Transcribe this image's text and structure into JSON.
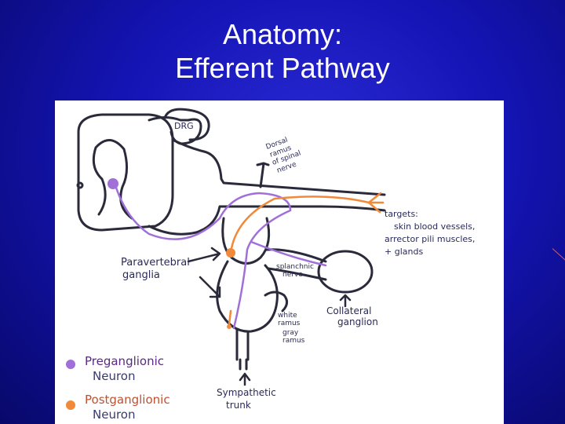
{
  "slide": {
    "title_line1": "Anatomy:",
    "title_line2": "Efferent Pathway"
  },
  "diagram": {
    "labels": {
      "drg": "DRG",
      "dorsal_ramus_1": "Dorsal",
      "dorsal_ramus_2": "ramus",
      "dorsal_ramus_3": "of spinal",
      "dorsal_ramus_4": "nerve",
      "targets_1": "targets:",
      "targets_2": "skin blood vessels,",
      "targets_3": "arrector pili muscles,",
      "targets_4": "+ glands",
      "paravertebral_1": "Paravertebral",
      "paravertebral_2": "ganglia",
      "splanchnic_1": "splanchnic",
      "splanchnic_2": "nerve",
      "white_ramus_1": "white",
      "white_ramus_2": "ramus",
      "gray_ramus_1": "gray",
      "gray_ramus_2": "ramus",
      "collateral_1": "Collateral",
      "collateral_2": "ganglion",
      "sympathetic_1": "Sympathetic",
      "sympathetic_2": "trunk"
    },
    "legend": {
      "pre_1": "Preganglionic",
      "pre_2": "Neuron",
      "post_1": "Postganglionic",
      "post_2": "Neuron"
    },
    "colors": {
      "preganglionic": "#a070d8",
      "postganglionic": "#f08a3a",
      "outline": "#2a2a3a",
      "background": "#1414b4"
    }
  }
}
